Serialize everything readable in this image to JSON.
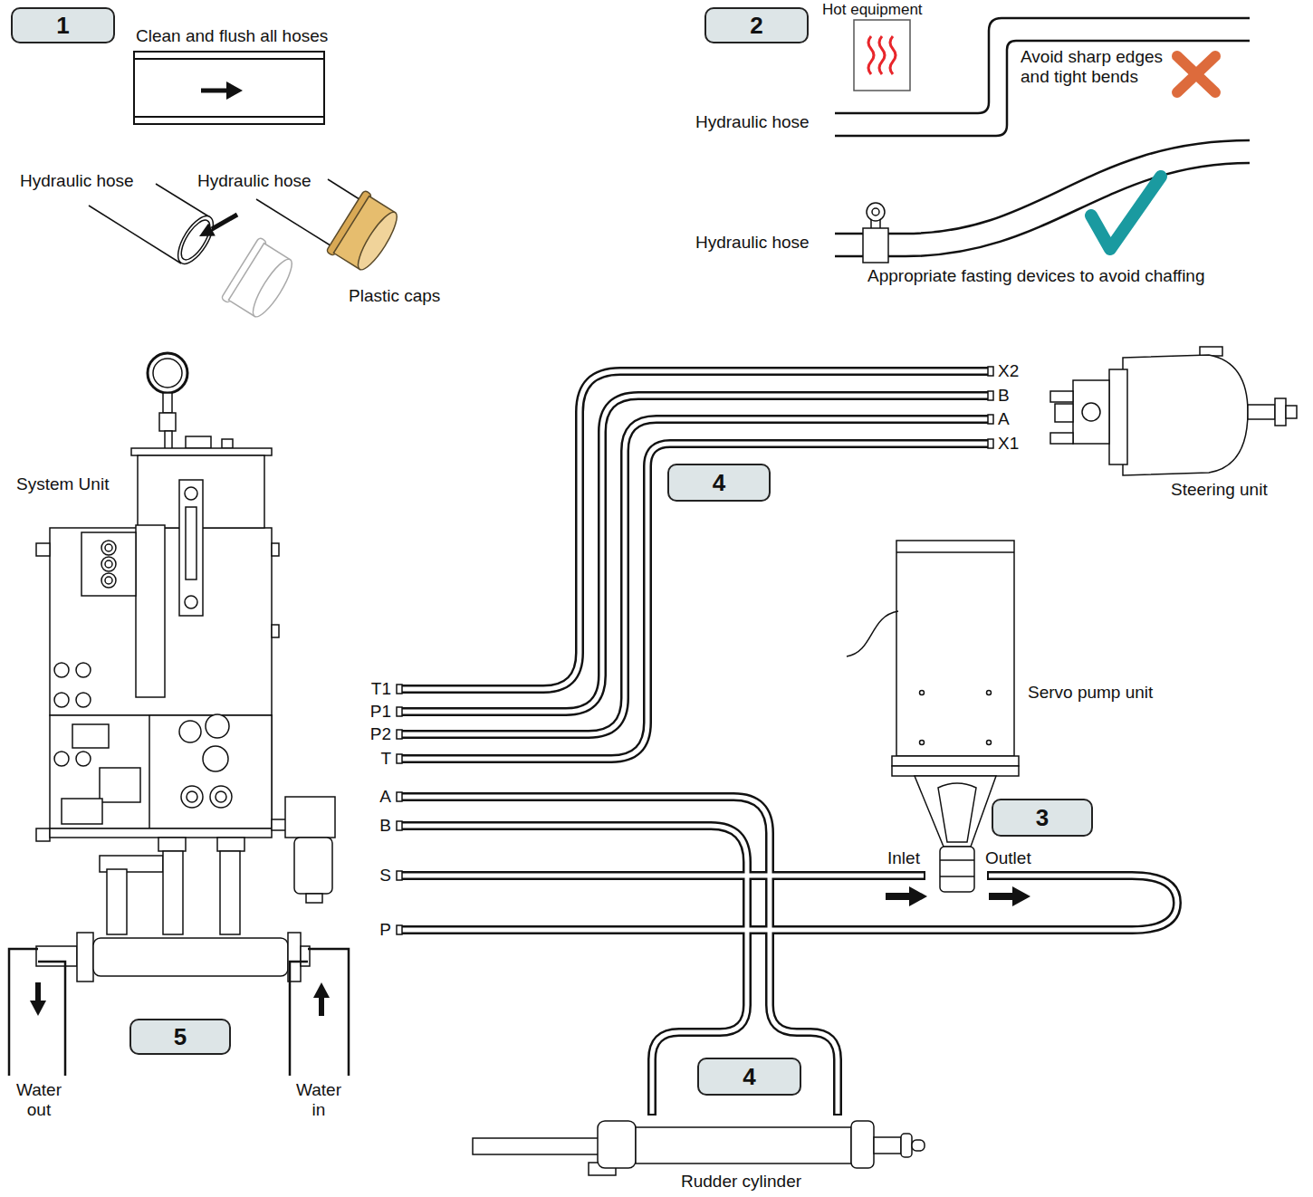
{
  "diagram": {
    "nodes": [
      {
        "text": [
          "1"
        ]
      },
      {
        "text": [
          "2"
        ]
      },
      {
        "text": [
          "4"
        ]
      },
      {
        "text": [
          "3"
        ]
      },
      {
        "text": [
          "5"
        ]
      },
      {
        "text": [
          "4"
        ]
      }
    ],
    "labels": [
      "Clean and flush all hoses",
      "Hydraulic hose",
      "Hydraulic hose",
      "Plastic caps",
      "Hot equipment",
      "Avoid sharp edges and tight bends",
      "Hydraulic hose",
      "Hydraulic hose",
      "Appropriate fasting devices to avoid chaffing",
      "System Unit",
      "X2",
      "B",
      "A",
      "X1",
      "Steering unit",
      "Servo pump unit",
      "T1",
      "P1",
      "P2",
      "T",
      "A",
      "B",
      "S",
      "P",
      "Inlet",
      "Outlet",
      "Water out",
      "Water in",
      "Rudder cylinder"
    ]
  }
}
